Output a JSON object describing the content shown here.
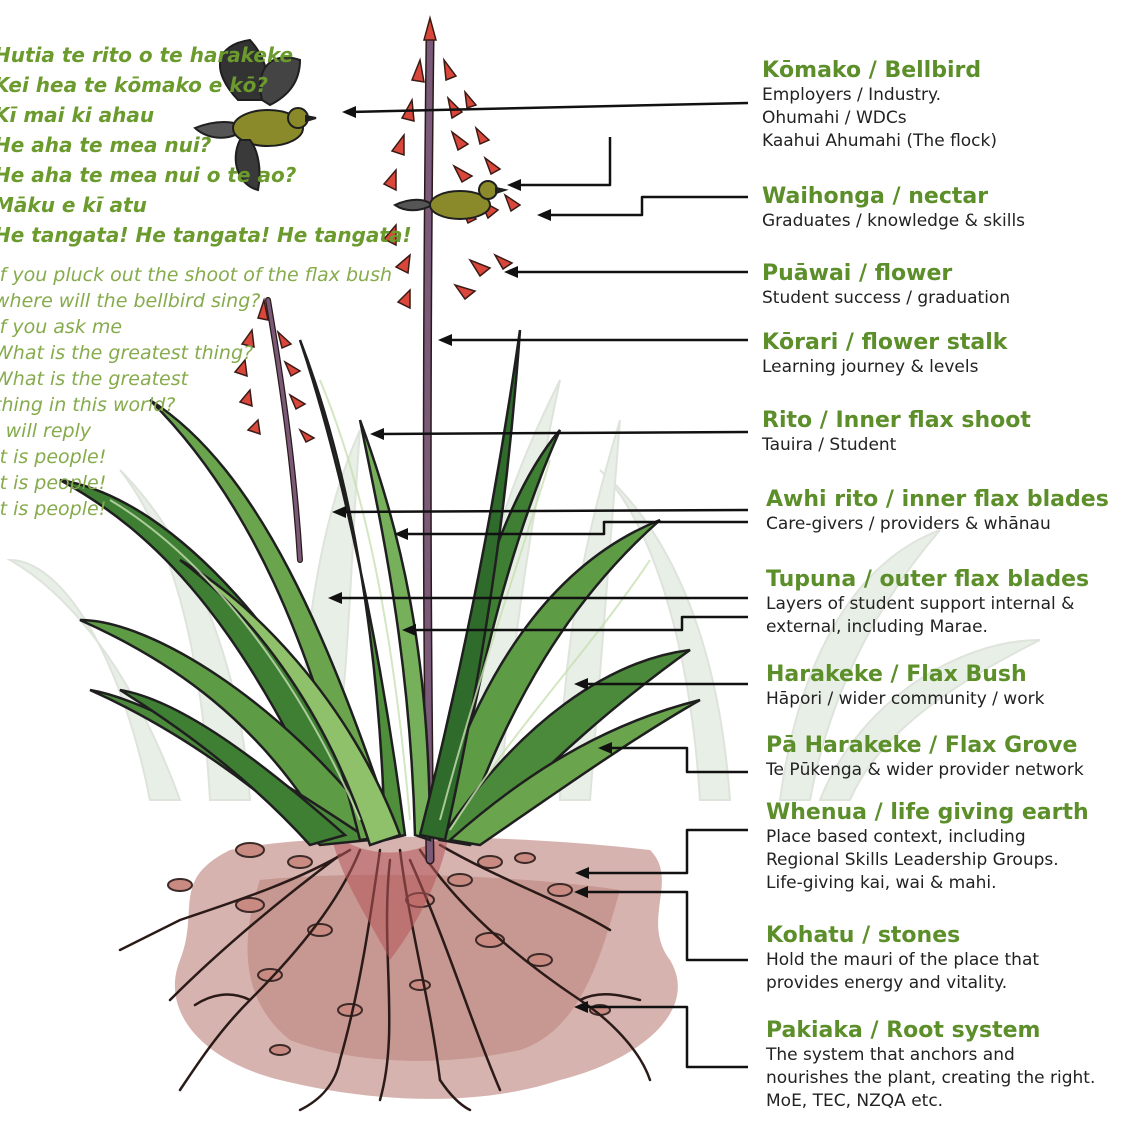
{
  "poem": {
    "maori_lines": [
      "Hutia te rito o te harakeke",
      "Kei hea te kōmako e kō?",
      "Kī mai ki ahau",
      "He aha te mea nui?",
      "He aha te mea nui o te ao?",
      "Māku e kī atu",
      "He tangata! He tangata! He tangata!"
    ],
    "english_lines": [
      "If you pluck out the shoot of the flax bush",
      "where will the bellbird sing?",
      "If you ask me",
      "What is the greatest thing?",
      "What is the greatest",
      "thing in this world?",
      "I will reply",
      "It is people!",
      "It is people!",
      "It is people!"
    ]
  },
  "labels": [
    {
      "title": "Kōmako / Bellbird",
      "desc": [
        "Employers / Industry.",
        "Ohumahi / WDCs",
        "Kaahui Ahumahi (The flock)"
      ]
    },
    {
      "title": "Waihonga / nectar",
      "desc": [
        "Graduates / knowledge & skills"
      ]
    },
    {
      "title": "Puāwai / flower",
      "desc": [
        "Student success / graduation"
      ]
    },
    {
      "title": "Kōrari / flower stalk",
      "desc": [
        "Learning journey & levels"
      ]
    },
    {
      "title": "Rito / Inner flax shoot",
      "desc": [
        "Tauira / Student"
      ]
    },
    {
      "title": "Awhi rito / inner flax blades",
      "desc": [
        "Care-givers / providers & whānau"
      ]
    },
    {
      "title": "Tupuna / outer flax blades",
      "desc": [
        "Layers of student support internal &",
        "external, including Marae."
      ]
    },
    {
      "title": "Harakeke / Flax Bush",
      "desc": [
        "Hāpori / wider community / work"
      ]
    },
    {
      "title": "Pā Harakeke / Flax Grove",
      "desc": [
        "Te Pūkenga & wider provider network"
      ]
    },
    {
      "title": "Whenua / life giving earth",
      "desc": [
        "Place based context, including",
        "Regional Skills Leadership Groups.",
        "Life-giving kai, wai & mahi."
      ]
    },
    {
      "title": "Kohatu / stones",
      "desc": [
        "Hold the mauri of the place that",
        "provides energy and vitality."
      ]
    },
    {
      "title": "Pakiaka / Root system",
      "desc": [
        "The system that anchors and",
        "nourishes the plant, creating the right.",
        "MoE, TEC, NZQA etc."
      ]
    }
  ],
  "colors": {
    "title_green": "#5c8f2a",
    "poem_green": "#6b9a2d",
    "leaf_dark": "#2f6b2a",
    "leaf_light": "#7fb25a",
    "flower_red": "#d9473a",
    "stalk_purple": "#7a5a78",
    "soil": "#c99a94",
    "bird_olive": "#8a8a2a"
  }
}
